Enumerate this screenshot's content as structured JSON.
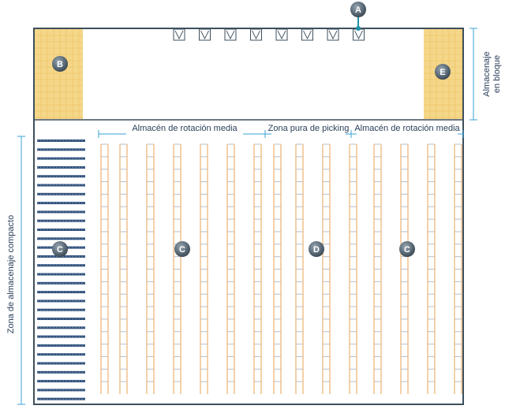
{
  "labels": {
    "zone_rotacion_media_left": "Almacén de rotación media",
    "zone_picking": "Zona pura de picking",
    "zone_rotacion_media_right": "Almacén de rotación media",
    "zone_almacenaje_bloque_line1": "Almacenaje",
    "zone_almacenaje_bloque_line2": "en bloque",
    "zone_almacenaje_compacto": "Zona de almacenaje compacto"
  },
  "markers": {
    "A": "A",
    "B": "B",
    "C_compact": "C",
    "C_left": "C",
    "D": "D",
    "C_right": "C",
    "E": "E"
  },
  "dock_doors": {
    "count": 8
  },
  "colors": {
    "outline": "#3d4f5c",
    "block_fill": "#f5d78a",
    "block_grid": "#e9bf5c",
    "rack_orange": "#e8a050",
    "rack_beam": "#b9bfc6",
    "dimension_blue": "#3ba0d6",
    "compact_blue": "#2f4f7a",
    "marker_fill": "#5f6f7c",
    "text": "#2a3f5a"
  }
}
